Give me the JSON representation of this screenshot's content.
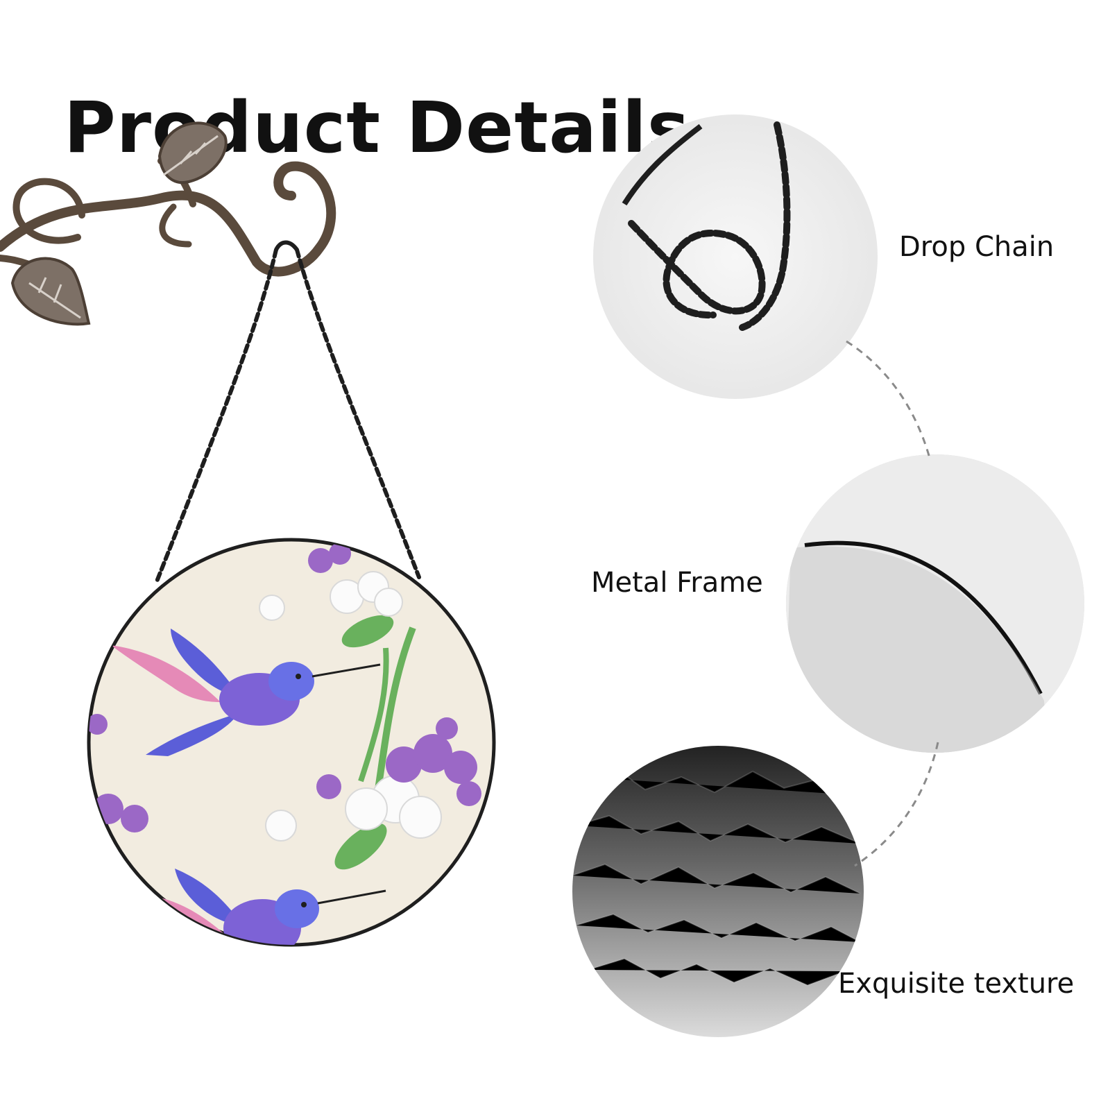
{
  "title": "Product Details",
  "details": [
    {
      "label": "Drop Chain"
    },
    {
      "label": "Metal Frame"
    },
    {
      "label": "Exquisite texture"
    }
  ],
  "colors": {
    "background": "#ffffff",
    "text": "#111111",
    "bracket": "#5a4a3c",
    "panel": "#f2ece0",
    "hummingbird_wing": "#e58ab7",
    "hummingbird_body": "#5b5ed8",
    "flower_purple": "#9b68c6",
    "flower_white": "#fbfbfb",
    "stem_green": "#69b15d",
    "chain_black": "#1e1e1e"
  },
  "icons": [
    "leaf-icon",
    "chain-icon",
    "flower-icon",
    "hummingbird-icon"
  ]
}
